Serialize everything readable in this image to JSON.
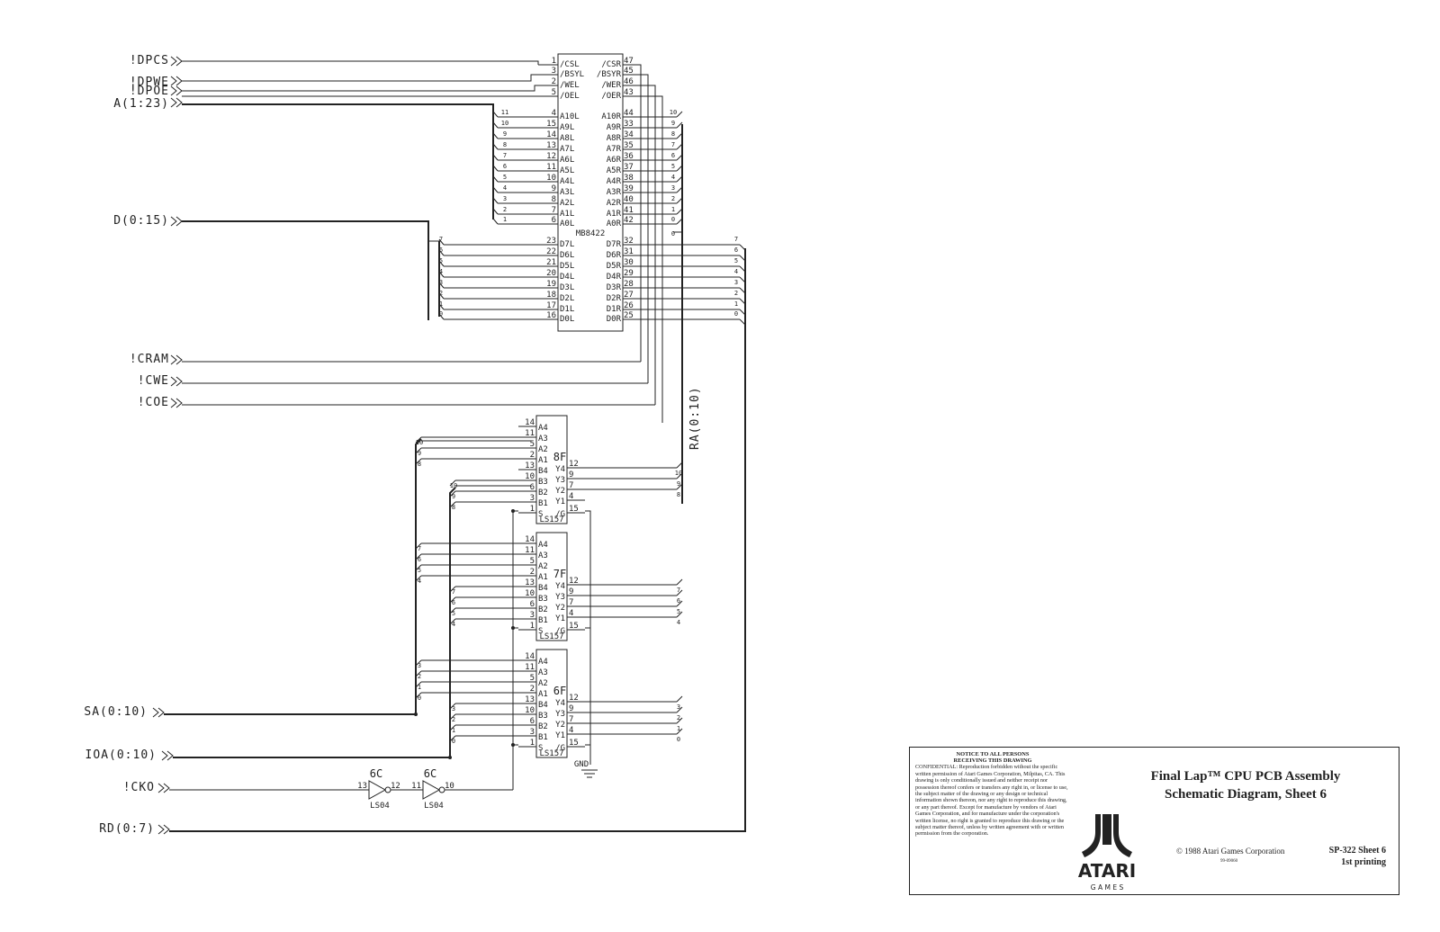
{
  "signals_left": [
    {
      "id": "dpcs",
      "label": "!DPCS"
    },
    {
      "id": "dpwe",
      "label": "!DPWE"
    },
    {
      "id": "dpoe",
      "label": "!DPOE"
    },
    {
      "id": "abus",
      "label": "A(1:23)"
    },
    {
      "id": "dbus",
      "label": "D(0:15)"
    },
    {
      "id": "cram",
      "label": "!CRAM"
    },
    {
      "id": "cwe",
      "label": "!CWE"
    },
    {
      "id": "coe",
      "label": "!COE"
    },
    {
      "id": "sa",
      "label": "SA(0:10)"
    },
    {
      "id": "ioa",
      "label": "IOA(0:10)"
    },
    {
      "id": "cko",
      "label": "!CKO"
    },
    {
      "id": "rd",
      "label": "RD(0:7)"
    }
  ],
  "dpram": {
    "name": "MB8422",
    "left_pins": [
      {
        "n": "1",
        "name": "/CSL"
      },
      {
        "n": "3",
        "name": "/BSYL"
      },
      {
        "n": "2",
        "name": "/WEL"
      },
      {
        "n": "5",
        "name": "/OEL"
      },
      {
        "n": "4",
        "name": "A10L"
      },
      {
        "n": "15",
        "name": "A9L"
      },
      {
        "n": "14",
        "name": "A8L"
      },
      {
        "n": "13",
        "name": "A7L"
      },
      {
        "n": "12",
        "name": "A6L"
      },
      {
        "n": "11",
        "name": "A5L"
      },
      {
        "n": "10",
        "name": "A4L"
      },
      {
        "n": "9",
        "name": "A3L"
      },
      {
        "n": "8",
        "name": "A2L"
      },
      {
        "n": "7",
        "name": "A1L"
      },
      {
        "n": "6",
        "name": "A0L"
      },
      {
        "n": "23",
        "name": "D7L"
      },
      {
        "n": "22",
        "name": "D6L"
      },
      {
        "n": "21",
        "name": "D5L"
      },
      {
        "n": "20",
        "name": "D4L"
      },
      {
        "n": "19",
        "name": "D3L"
      },
      {
        "n": "18",
        "name": "D2L"
      },
      {
        "n": "17",
        "name": "D1L"
      },
      {
        "n": "16",
        "name": "D0L"
      }
    ],
    "right_pins": [
      {
        "n": "47",
        "name": "/CSR"
      },
      {
        "n": "45",
        "name": "/BSYR"
      },
      {
        "n": "46",
        "name": "/WER"
      },
      {
        "n": "43",
        "name": "/OER"
      },
      {
        "n": "44",
        "name": "A10R"
      },
      {
        "n": "33",
        "name": "A9R"
      },
      {
        "n": "34",
        "name": "A8R"
      },
      {
        "n": "35",
        "name": "A7R"
      },
      {
        "n": "36",
        "name": "A6R"
      },
      {
        "n": "37",
        "name": "A5R"
      },
      {
        "n": "38",
        "name": "A4R"
      },
      {
        "n": "39",
        "name": "A3R"
      },
      {
        "n": "40",
        "name": "A2R"
      },
      {
        "n": "41",
        "name": "A1R"
      },
      {
        "n": "42",
        "name": "A0R"
      },
      {
        "n": "32",
        "name": "D7R"
      },
      {
        "n": "31",
        "name": "D6R"
      },
      {
        "n": "30",
        "name": "D5R"
      },
      {
        "n": "29",
        "name": "D4R"
      },
      {
        "n": "28",
        "name": "D3R"
      },
      {
        "n": "27",
        "name": "D2R"
      },
      {
        "n": "26",
        "name": "D1R"
      },
      {
        "n": "25",
        "name": "D0R"
      }
    ]
  },
  "mux_chips": [
    {
      "ref": "8F",
      "type": "LS157"
    },
    {
      "ref": "7F",
      "type": "LS157"
    },
    {
      "ref": "6F",
      "type": "LS157"
    }
  ],
  "mux_left_pins": [
    {
      "n": "14",
      "name": "A4"
    },
    {
      "n": "11",
      "name": "A3"
    },
    {
      "n": "5",
      "name": "A2"
    },
    {
      "n": "2",
      "name": "A1"
    },
    {
      "n": "13",
      "name": "B4"
    },
    {
      "n": "10",
      "name": "B3"
    },
    {
      "n": "6",
      "name": "B2"
    },
    {
      "n": "3",
      "name": "B1"
    },
    {
      "n": "1",
      "name": "S"
    }
  ],
  "mux_right_pins": [
    {
      "n": "12",
      "name": "Y4"
    },
    {
      "n": "9",
      "name": "Y3"
    },
    {
      "n": "7",
      "name": "Y2"
    },
    {
      "n": "4",
      "name": "Y1"
    },
    {
      "n": "15",
      "name": "/G"
    }
  ],
  "inverters": [
    {
      "ref": "6C",
      "type": "LS04",
      "in": "13",
      "out": "12"
    },
    {
      "ref": "6C",
      "type": "LS04",
      "in": "11",
      "out": "10"
    }
  ],
  "ra_bus": "RA(0:10)",
  "gnd": "GND",
  "bus_index": {
    "a_left": [
      "11",
      "10",
      "9",
      "8",
      "7",
      "6",
      "5",
      "4",
      "3",
      "2",
      "1"
    ],
    "a_right": [
      "10",
      "9",
      "8",
      "7",
      "6",
      "5",
      "4",
      "3",
      "2",
      "1",
      "0"
    ],
    "d_left": [
      "7",
      "6",
      "5",
      "4",
      "3",
      "2",
      "1",
      "0"
    ],
    "d_right": [
      "7",
      "6",
      "5",
      "4",
      "3",
      "2",
      "1",
      "0"
    ],
    "mux8f_a": [
      "10",
      "9",
      "8"
    ],
    "mux8f_b": [
      "10",
      "9",
      "8"
    ],
    "mux8f_y": [
      "10",
      "9",
      "8"
    ],
    "mux7f_a": [
      "7",
      "6",
      "5",
      "4"
    ],
    "mux7f_b": [
      "7",
      "6",
      "5",
      "4"
    ],
    "mux7f_y": [
      "7",
      "6",
      "5",
      "4"
    ],
    "mux6f_a": [
      "3",
      "2",
      "1",
      "0"
    ],
    "mux6f_b": [
      "3",
      "2",
      "1",
      "0"
    ],
    "mux6f_y": [
      "3",
      "2",
      "1",
      "0"
    ]
  },
  "titleblock": {
    "notice_head1": "NOTICE TO ALL PERSONS",
    "notice_head2": "RECEIVING THIS DRAWING",
    "notice_body": "CONFIDENTIAL: Reproduction forbidden without the specific written permission of Atari Games Corporation, Milpitas, CA. This drawing is only conditionally issued and neither receipt nor possession thereof confers or transfers any right in, or license to use, the subject matter of the drawing or any design or technical information shown thereon, nor any right to reproduce this drawing, or any part thereof. Except for manufacture by vendors of Atari Games Corporation, and for manufacture under the corporation's written license, no right is granted to reproduce this drawing or the subject matter thereof, unless by written agreement with or written permission from the corporation.",
    "title_line1": "Final Lap™ CPU PCB Assembly",
    "title_line2": "Schematic Diagram, Sheet 6",
    "logo_word": "ATARI",
    "logo_sub": "G A M E S",
    "copyright": "© 1988 Atari Games Corporation",
    "drawing_no": "99-09060",
    "sheet_line1": "SP-322  Sheet 6",
    "sheet_line2": "1st printing"
  }
}
